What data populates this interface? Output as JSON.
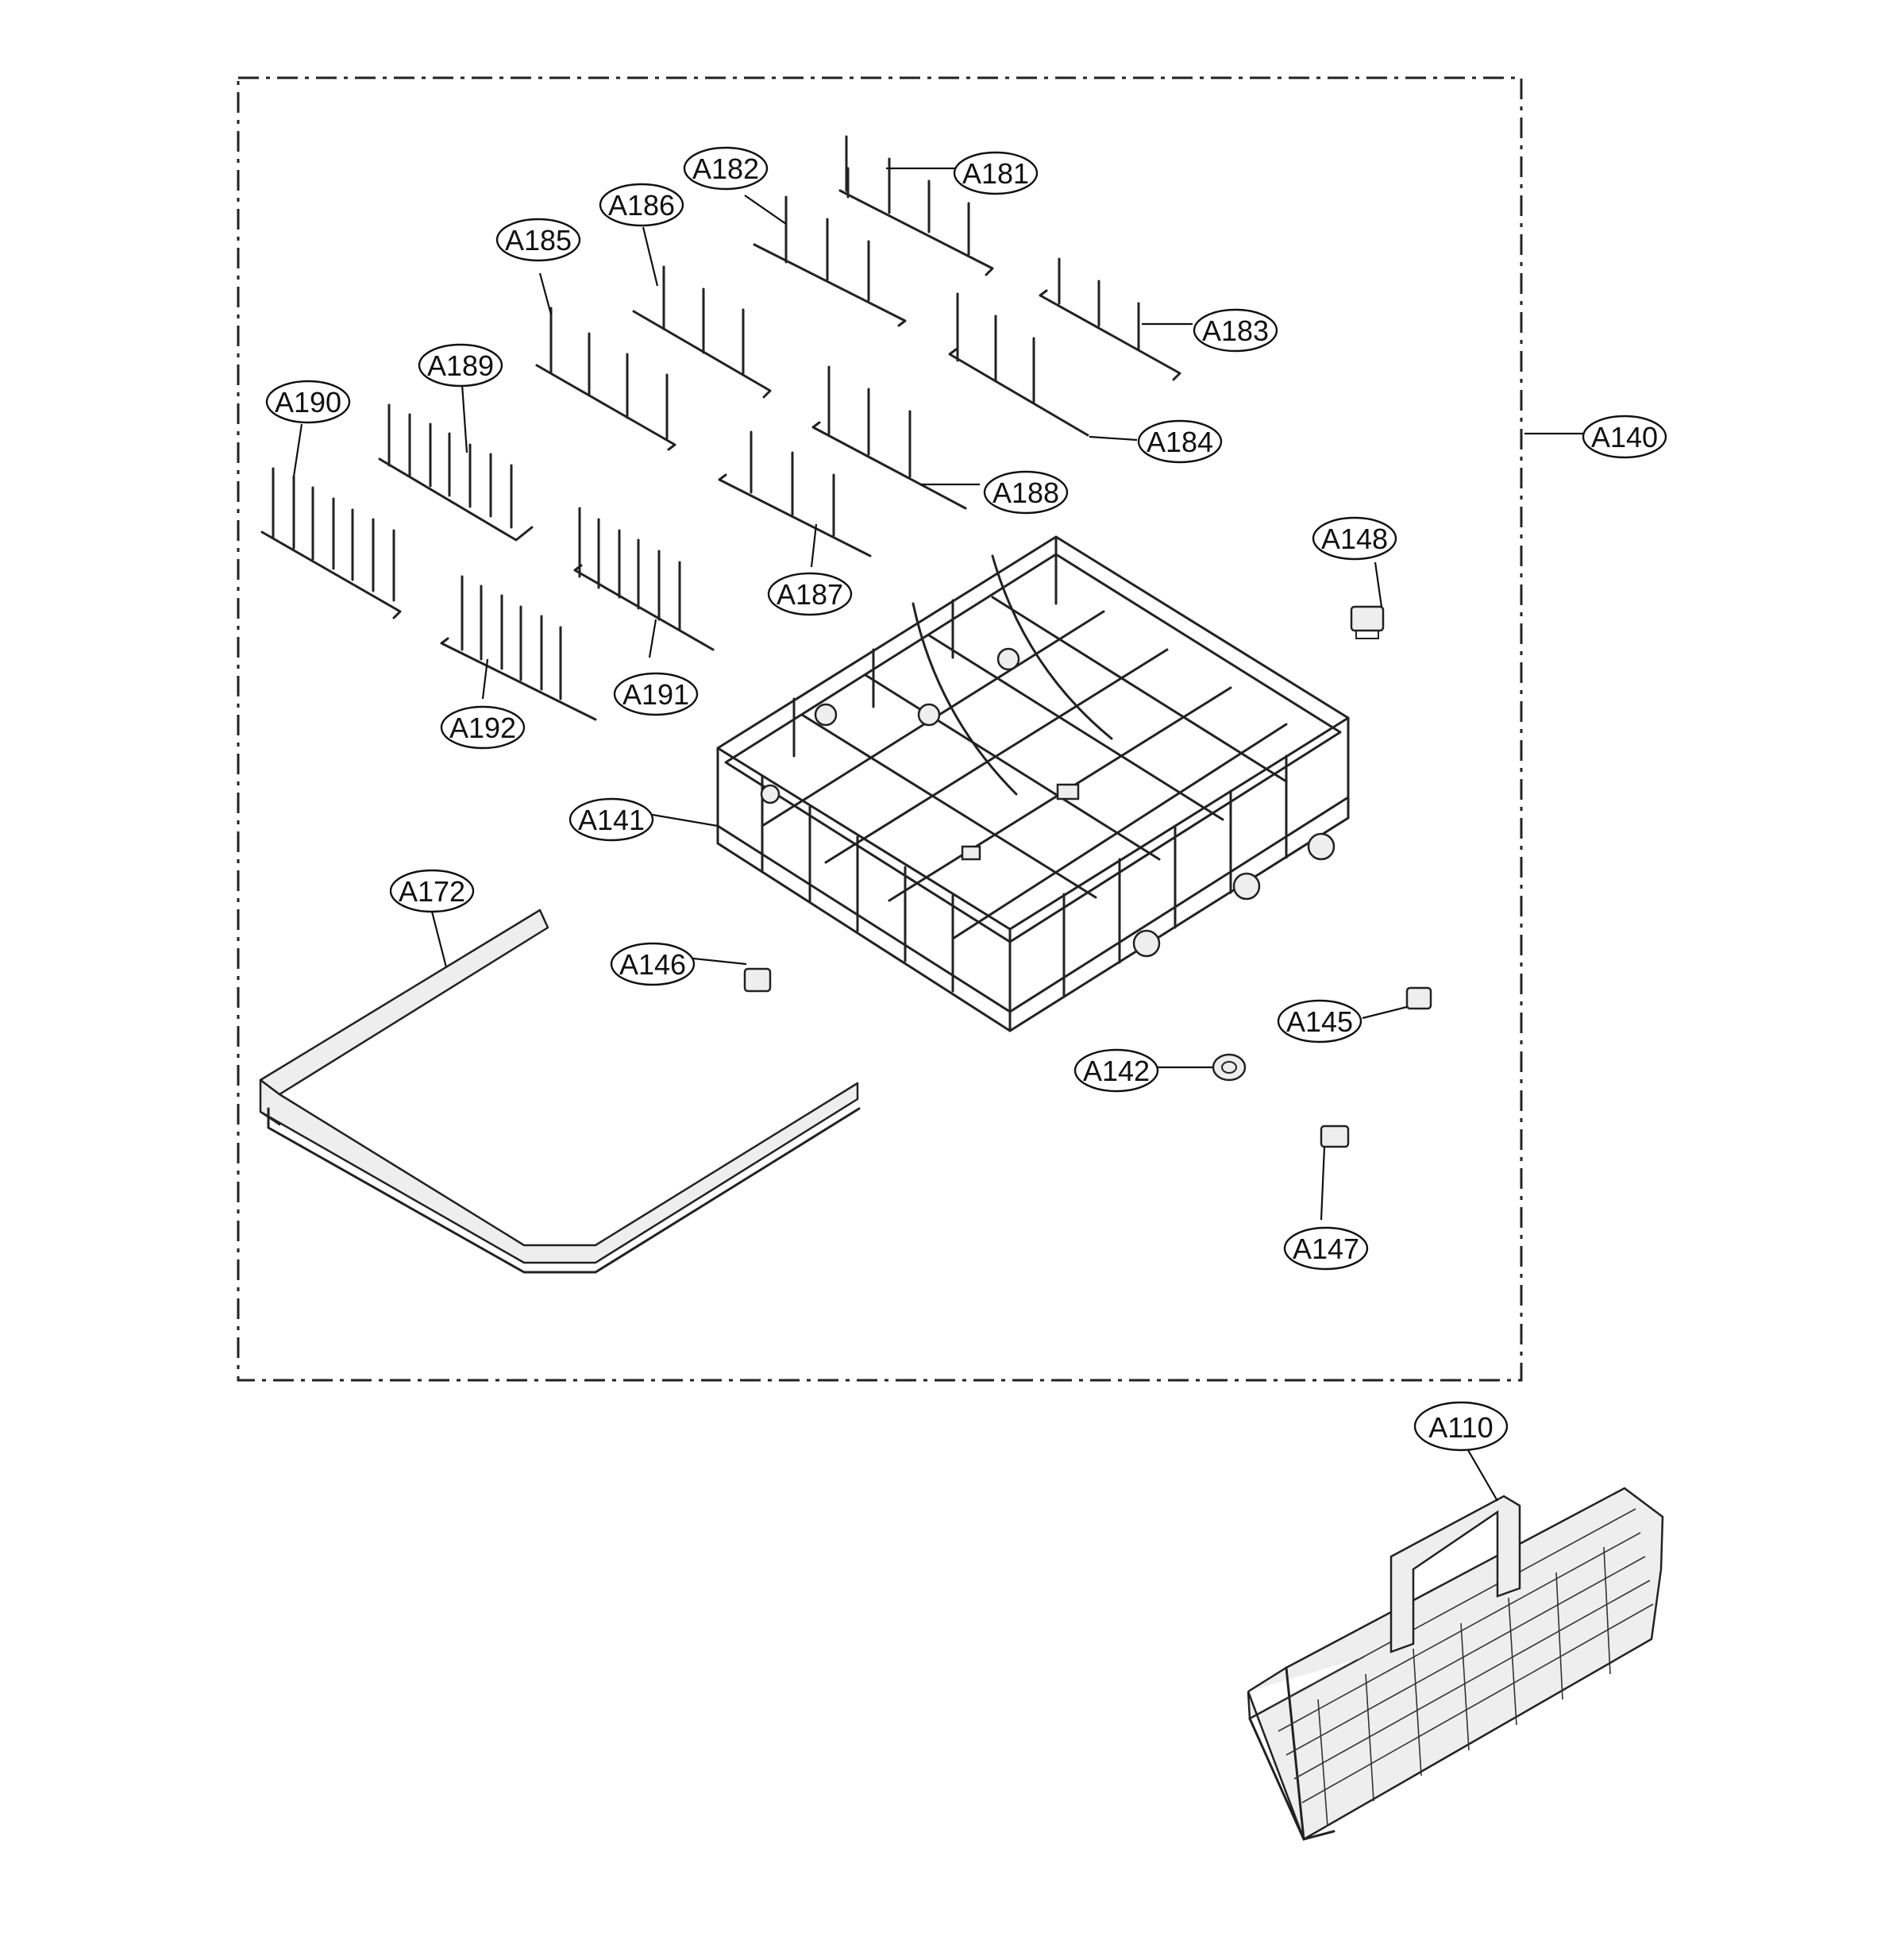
{
  "labels": {
    "a140": "A140",
    "a141": "A141",
    "a142": "A142",
    "a145": "A145",
    "a146": "A146",
    "a147": "A147",
    "a148": "A148",
    "a172": "A172",
    "a181": "A181",
    "a182": "A182",
    "a183": "A183",
    "a184": "A184",
    "a185": "A185",
    "a186": "A186",
    "a187": "A187",
    "a188": "A188",
    "a189": "A189",
    "a190": "A190",
    "a191": "A191",
    "a192": "A192",
    "a110": "A110"
  }
}
